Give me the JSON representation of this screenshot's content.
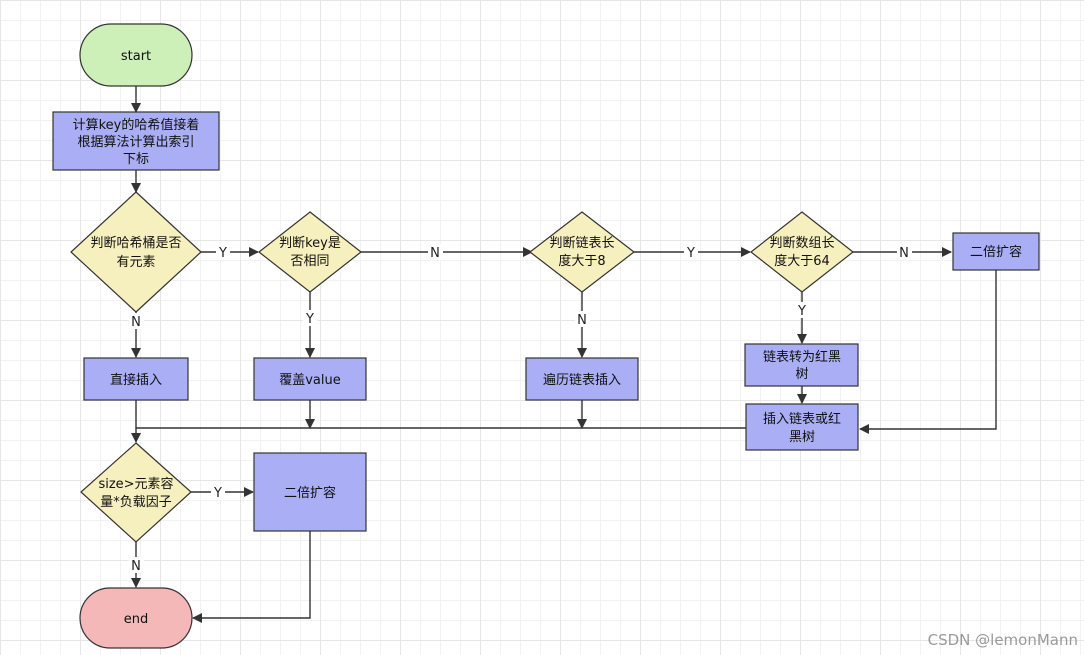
{
  "colors": {
    "terminal_start": "#ccf0b8",
    "terminal_end": "#f4b8b8",
    "process": "#a9aef5",
    "decision": "#f6efbe",
    "stroke": "#333333"
  },
  "nodes": {
    "start": "start",
    "calc_hash": [
      "计算key的哈希值接着",
      "根据算法计算出索引",
      "下标"
    ],
    "bucket_empty": [
      "判断哈希桶是否",
      "有元素"
    ],
    "key_same": [
      "判断key是",
      "否相同"
    ],
    "list_len": [
      "判断链表长",
      "度大于8"
    ],
    "array_len": [
      "判断数组长",
      "度大于64"
    ],
    "resize_top": "二倍扩容",
    "direct_insert": "直接插入",
    "overwrite": "覆盖value",
    "traverse_insert": "遍历链表插入",
    "to_rbtree": [
      "链表转为红黑",
      "树"
    ],
    "insert_list_or_tree": [
      "插入链表或红",
      "黑树"
    ],
    "size_check": [
      "size>元素容",
      "量*负载因子"
    ],
    "resize_bottom": "二倍扩容",
    "end": "end"
  },
  "edge_labels": {
    "bucket_to_key": "Y",
    "bucket_to_direct": "N",
    "key_to_list": "N",
    "key_to_overwrite": "Y",
    "list_to_array": "Y",
    "list_to_traverse": "N",
    "array_to_resize": "N",
    "array_to_tree": "Y",
    "size_to_resize": "Y",
    "size_to_end": "N"
  },
  "watermark": "CSDN @lemonMann"
}
